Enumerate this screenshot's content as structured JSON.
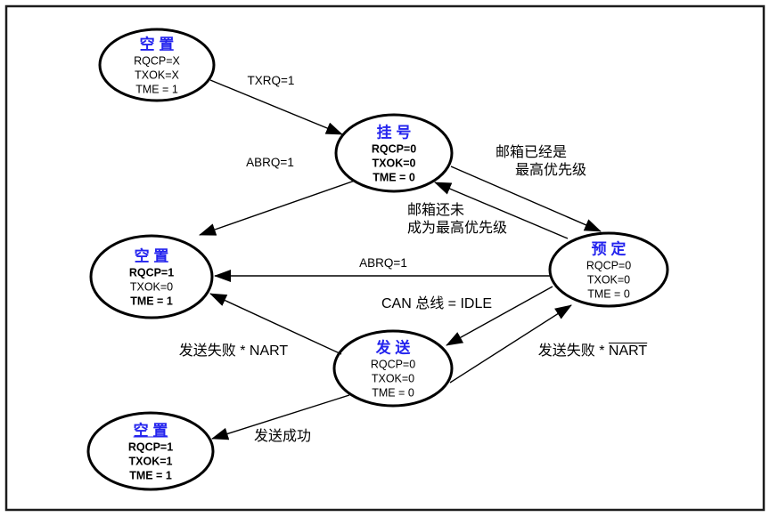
{
  "colors": {
    "state_title_blue": "#2424ee",
    "line_black": "#000000",
    "background": "#ffffff",
    "border": "#1c1c1c"
  },
  "states": {
    "idle_top": {
      "name": "空 置",
      "values": [
        "RQCP=X",
        "TXOK=X",
        "TME = 1"
      ]
    },
    "pending": {
      "name": "挂 号",
      "values": [
        "RQCP=0",
        "TXOK=0",
        "TME = 0"
      ]
    },
    "scheduled": {
      "name": "预 定",
      "values": [
        "RQCP=0",
        "TXOK=0",
        "TME = 0"
      ]
    },
    "idle_left": {
      "name": "空 置",
      "values": [
        "RQCP=1",
        "TXOK=0",
        "TME = 1"
      ]
    },
    "transmit": {
      "name": "发 送",
      "values": [
        "RQCP=0",
        "TXOK=0",
        "TME = 0"
      ]
    },
    "idle_bottom": {
      "name": "空 置",
      "values": [
        "RQCP=1",
        "TXOK=1",
        "TME = 1"
      ]
    }
  },
  "transitions": {
    "txrq": {
      "label": "TXRQ=1"
    },
    "abrq_pending": {
      "label": "ABRQ=1"
    },
    "to_scheduled": {
      "line1": "邮箱已经是",
      "line2": "最高优先级"
    },
    "to_pending": {
      "line1": "邮箱还未",
      "line2": "成为最高优先级"
    },
    "abrq_scheduled": {
      "label": "ABRQ=1"
    },
    "can_idle": {
      "label": "CAN 总线 = IDLE"
    },
    "fail_nart_retry": {
      "prefix": "发送失败 * ",
      "overline": "NART"
    },
    "fail_nart_abort": {
      "label": "发送失败 * NART"
    },
    "success": {
      "label": "发送成功"
    }
  }
}
